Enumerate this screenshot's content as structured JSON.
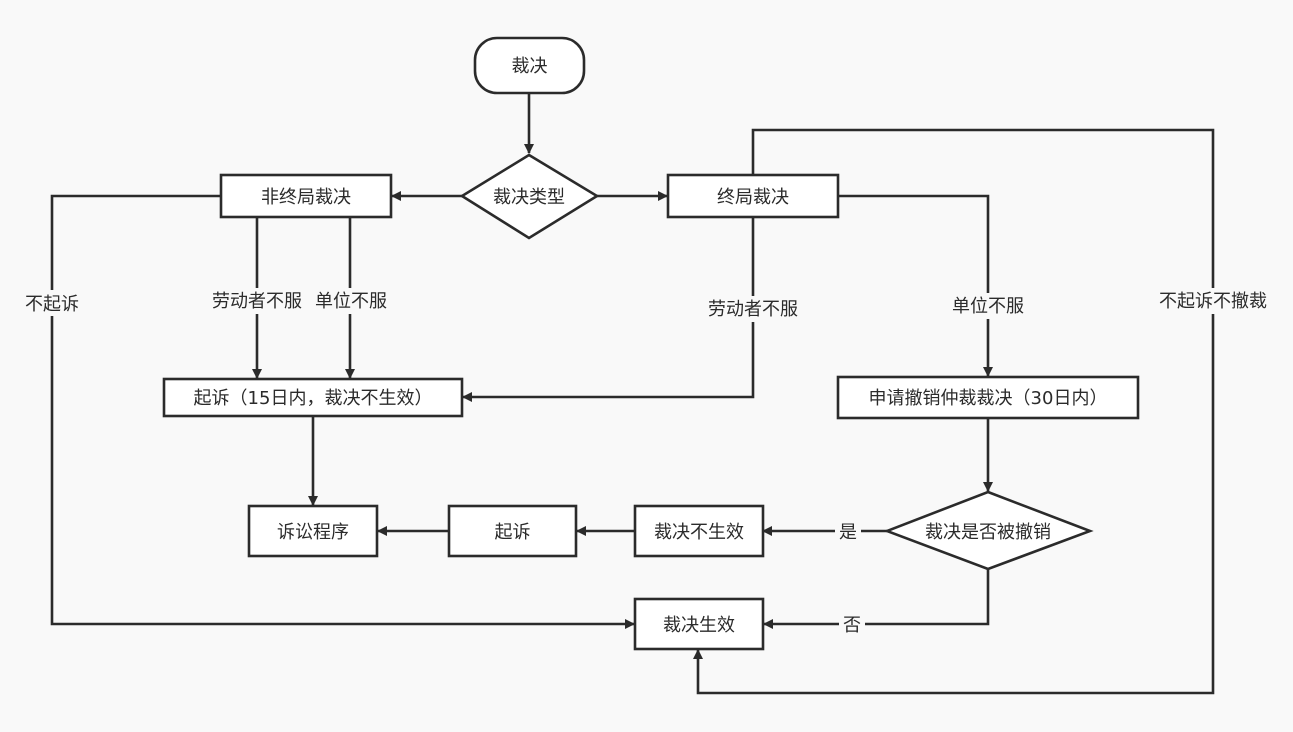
{
  "nodes": {
    "start": "裁决",
    "type_decision": "裁决类型",
    "non_final": "非终局裁决",
    "final": "终局裁决",
    "lawsuit_15": "起诉（15日内，裁决不生效）",
    "apply_revoke": "申请撤销仲裁裁决（30日内）",
    "revoked_decision": "裁决是否被撤销",
    "litigation": "诉讼程序",
    "sue": "起诉",
    "not_effective": "裁决不生效",
    "effective": "裁决生效"
  },
  "edges": {
    "no_sue": "不起诉",
    "worker_objects_left": "劳动者不服",
    "employer_objects_left": "单位不服",
    "worker_objects_right": "劳动者不服",
    "employer_objects_right": "单位不服",
    "no_sue_no_revoke": "不起诉不撤裁",
    "yes": "是",
    "no": "否"
  }
}
